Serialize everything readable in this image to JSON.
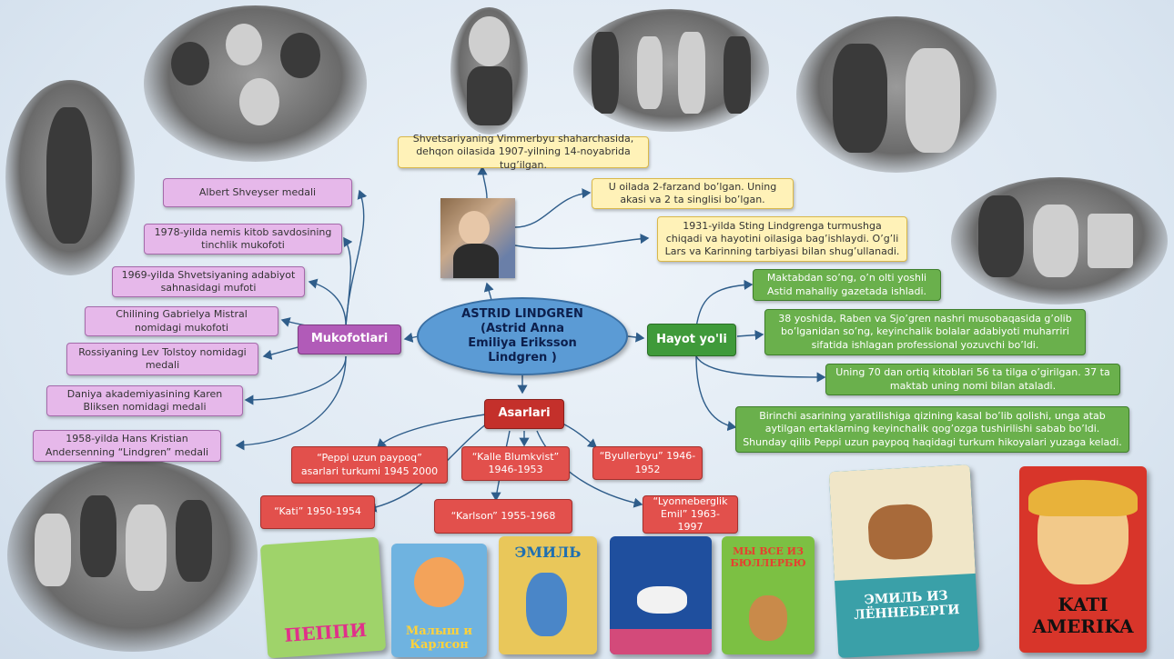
{
  "center": {
    "line1": "ASTRID LINDGREN",
    "line2": "(Astrid Anna",
    "line3": "Emiliya Eriksson",
    "line4": "Lindgren )"
  },
  "hubs": {
    "awards": "Mukofotlari",
    "life": "Hayot yo'li",
    "works": "Asarlari"
  },
  "biography": [
    "Shvetsariyaning Vimmerbyu shaharchasida, dehqon oilasida 1907-yilning 14-noyabrida tug’ilgan.",
    "U oilada 2-farzand bo’lgan. Uning akasi va 2 ta singlisi bo’lgan.",
    "1931-yilda Sting Lindgrenga turmushga chiqadi va hayotini oilasiga bag’ishlaydi. O’g’li Lars va Karinning tarbiyasi bilan shug’ullanadi."
  ],
  "awards": [
    "Albert Shveyser medali",
    "1978-yilda nemis kitob savdosining tinchlik mukofoti",
    "1969-yilda Shvetsiyaning adabiyot sahnasidagi mufoti",
    "Chilining Gabrielya Mistral nomidagi mukofoti",
    "Rossiyaning Lev Tolstoy nomidagi medali",
    "Daniya akademiyasining Karen Bliksen nomidagi medali",
    "1958-yilda Hans Kristian Andersenning “Lindgren” medali"
  ],
  "life_path": [
    "Maktabdan so’ng, o’n olti yoshli Astid mahalliy gazetada ishladi.",
    "38 yoshida, Raben va Sjo’gren nashri musobaqasida g’olib bo’lganidan so’ng, keyinchalik bolalar adabiyoti muharriri sifatida ishlagan professional yozuvchi bo’ldi.",
    "Uning 70 dan ortiq kitoblari 56 ta tilga o’girilgan. 37 ta maktab uning nomi bilan ataladi.",
    "Birinchi asarining yaratilishiga qizining kasal bo’lib qolishi, unga atab aytilgan ertaklarning keyinchalik qog’ozga tushirilishi sabab bo’ldi. Shunday qilib Peppi uzun paypoq haqidagi turkum hikoyalari yuzaga keladi."
  ],
  "works": [
    "“Peppi uzun paypoq” asarlari turkumi 1945 2000",
    "“Kalle Blumkvist” 1946-1953",
    "“Byullerbyu” 1946-1952",
    "“Kati” 1950-1954",
    "“Karlson” 1955-1968",
    "“Lyonneberglik Emil” 1963-1997"
  ],
  "book_covers": [
    {
      "title": "ПЕППИ",
      "color": "#9fd36a"
    },
    {
      "title": "Малыш и Карлсон",
      "color": "#6fb3e0"
    },
    {
      "title": "ЭМИЛЬ",
      "color": "#e9c75a"
    },
    {
      "title": "",
      "color": "#1f4f9e"
    },
    {
      "title": "МЫ ВСЕ ИЗ БЮЛЛЕРБЮ",
      "color": "#7cc043"
    },
    {
      "title": "ЭМИЛЬ ИЗ ЛЁННЕБЕРГИ",
      "color": "#3aa0a8"
    },
    {
      "title": "KATI AMERIKA",
      "color": "#d8352a"
    }
  ],
  "colors": {
    "center": "#5b9bd5",
    "bio": "#fff2b8",
    "awards": "#e6b8ea",
    "life": "#6ab04c",
    "works": "#e2504c"
  }
}
